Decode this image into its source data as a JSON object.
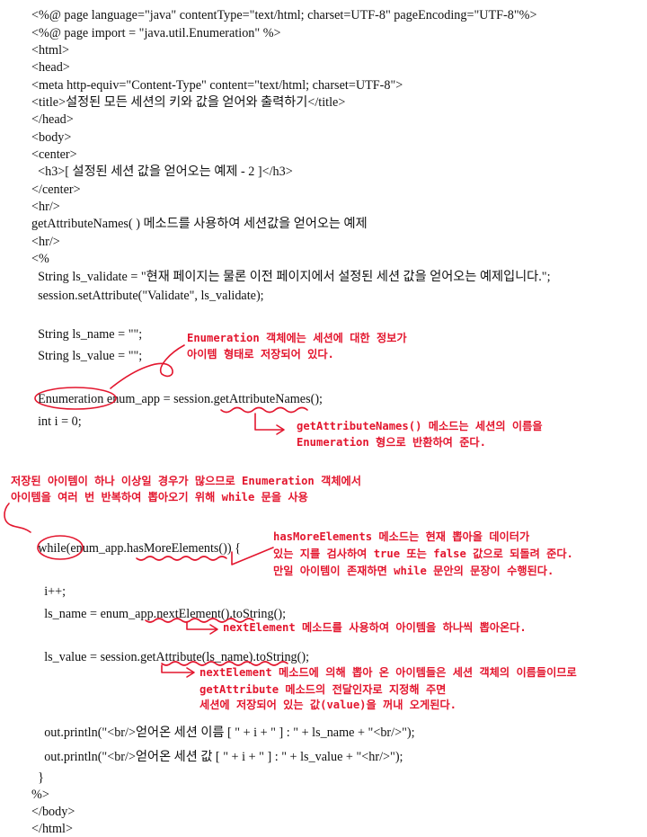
{
  "code_lines": [
    "<%@ page language=\"java\" contentType=\"text/html; charset=UTF-8\" pageEncoding=\"UTF-8\"%>",
    "<%@ page import = \"java.util.Enumeration\" %>",
    "<html>",
    "<head>",
    "<meta http-equiv=\"Content-Type\" content=\"text/html; charset=UTF-8\">",
    "<title>설정된 모든 세션의 키와 값을 얻어와 출력하기</title>",
    "</head>",
    "<body>",
    "<center>",
    "  <h3>[ 설정된 세션 값을 얻어오는 예제 - 2 ]</h3>",
    "</center>",
    "<hr/>",
    "getAttributeNames( ) 메소드를 사용하여 세션값을 얻어오는 예제",
    "<hr/>",
    "<%",
    "  String ls_validate = \"현재 페이지는 물론 이전 페이지에서 설정된 세션 값을 얻어오는 예제입니다.\";",
    "  session.setAttribute(\"Validate\", ls_validate);",
    "  String ls_name = \"\";",
    "  String ls_value = \"\";",
    "  Enumeration enum_app = session.getAttributeNames();",
    "  int i = 0;",
    "  while(enum_app.hasMoreElements()) {",
    "    i++;",
    "    ls_name = enum_app.nextElement().toString();",
    "    ls_value = session.getAttribute(ls_name).toString();",
    "    out.println(\"<br/>얻어온 세션 이름 [ \" + i + \" ] : \" + ls_name + \"<br/>\");",
    "    out.println(\"<br/>얻어온 세션 값 [ \" + i + \" ] : \" + ls_value + \"<hr/>\");",
    "  }",
    "%>",
    "</body>",
    "</html>"
  ],
  "annotations": {
    "enumeration_note": [
      "Enumeration 객체에는 세션에 대한 정보가",
      "아이템 형태로 저장되어 있다."
    ],
    "getattributenames_note": [
      "getAttributeNames() 메소드는 세션의 이름을",
      "Enumeration 형으로 반환하여 준다."
    ],
    "while_note": [
      "저장된 아이템이 하나 이상일 경우가 많으므로 Enumeration 객체에서",
      "아이템을 여러 번 반복하여 뽑아오기 위해 while 문을 사용"
    ],
    "hasmoreelements_note": [
      "hasMoreElements 메소드는 현재 뽑아올 데이터가",
      "있는 지를 검사하여 true 또는 false 값으로 되돌려 준다.",
      "만일 아이템이 존재하면 while 문안의 문장이 수행된다."
    ],
    "nextelement_note": [
      "nextElement 메소드를 사용하여 아이템을 하나씩 뽑아온다."
    ],
    "getattribute_note": [
      "nextElement 메소드에 의해 뽑아 온 아이템들은 세션 객체의 이름들이므로",
      "getAttribute 메소드의 전달인자로 지정해 주면",
      "세션에 저장되어 있는 값(value)을 꺼내 오게된다."
    ]
  },
  "colors": {
    "ink": "#111111",
    "annotation": "#e3162e",
    "background": "#ffffff"
  }
}
